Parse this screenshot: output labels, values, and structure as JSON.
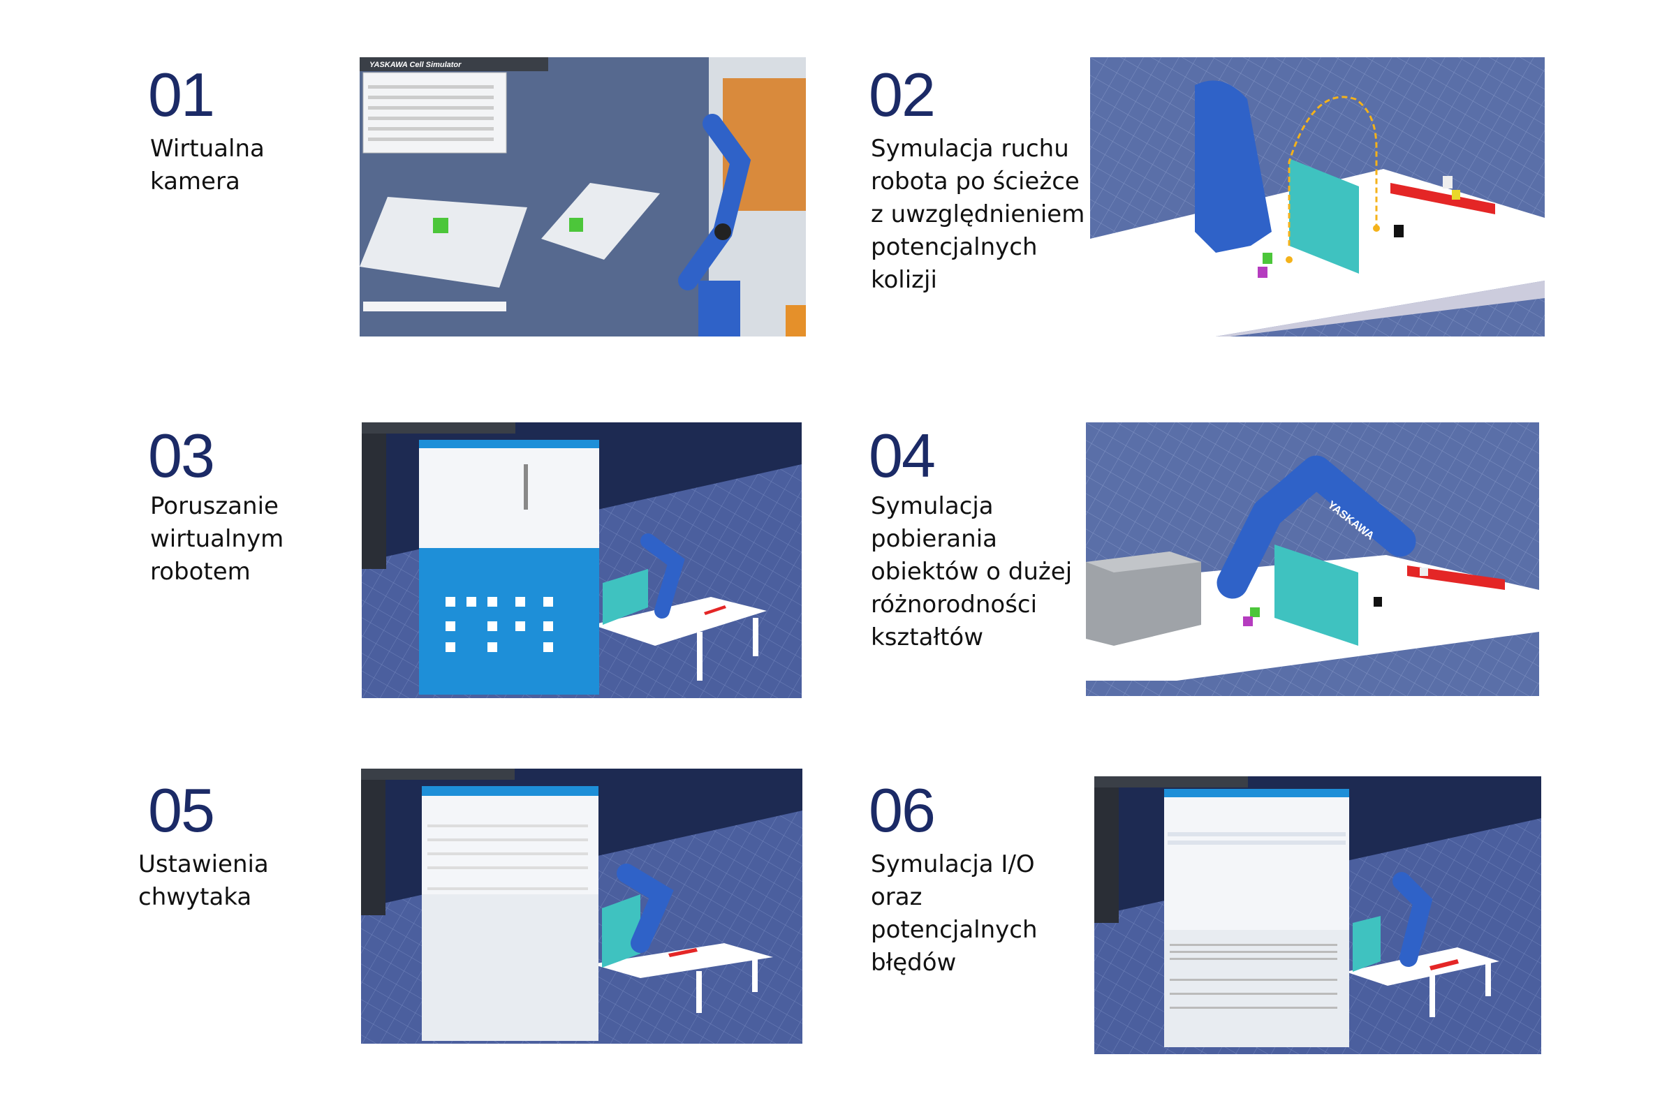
{
  "items": [
    {
      "number": "01",
      "text": "Wirtualna\nkamera",
      "window_title": "YASKAWA Cell Simulator"
    },
    {
      "number": "02",
      "text": "Symulacja ruchu\nrobota po ścieżce\nz uwzględnieniem\npotencjalnych\nkolizji"
    },
    {
      "number": "03",
      "text": "Poruszanie\nwirtualnym\nrobotem"
    },
    {
      "number": "04",
      "text": "Symulacja\npobierania\nobiektów o dużej\nróżnorodności\nkształtów",
      "robot_brand": "YASKAWA"
    },
    {
      "number": "05",
      "text": "Ustawienia\nchwytaka"
    },
    {
      "number": "06",
      "text": "Symulacja I/O\noraz\npotencjalnych\nbłędów"
    }
  ],
  "colors": {
    "number": "#1b2a66",
    "floor": "#5a6fa8",
    "robot": "#2f62c8",
    "panel": "#1e8fd8"
  }
}
